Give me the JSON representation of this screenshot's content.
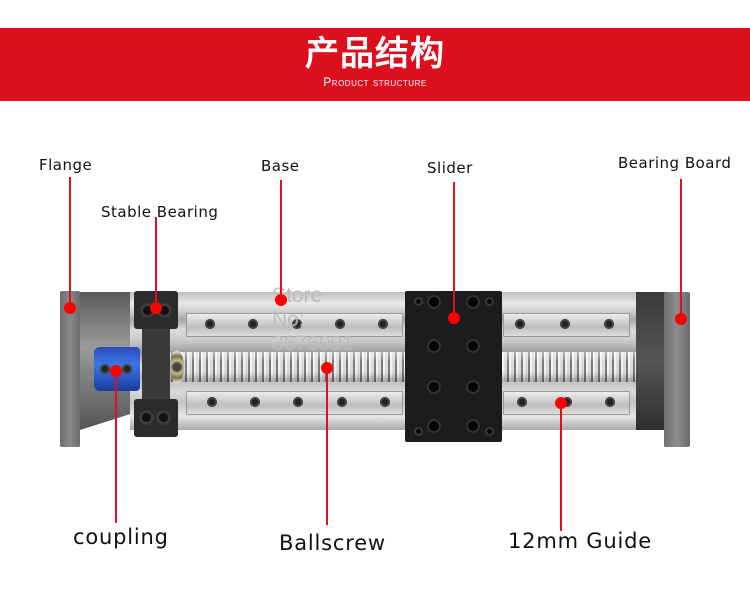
{
  "banner": {
    "title": "产品结构",
    "subtitle": "Product structure",
    "color": "#dc0f1e"
  },
  "watermark": "Store No: 3676001",
  "labels": {
    "flange": "Flange",
    "stable_bearing": "Stable Bearing",
    "base": "Base",
    "slider": "Slider",
    "bearing_board": "Bearing Board",
    "coupling": "coupling",
    "ballscrew": "Ballscrew",
    "guide": "12mm Guide"
  },
  "leader_color": "#e0101e"
}
